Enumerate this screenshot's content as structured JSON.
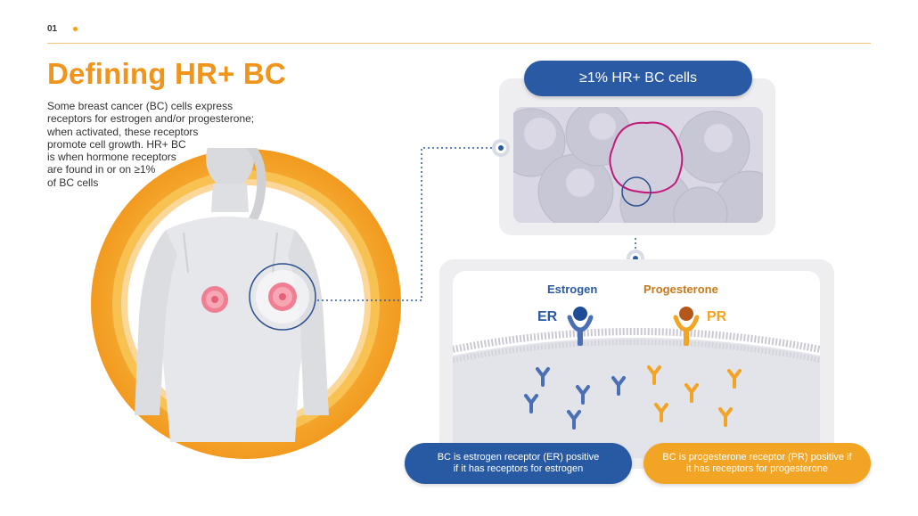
{
  "header": {
    "slide_number": "01"
  },
  "title": "Defining HR+ BC",
  "description": [
    "Some breast cancer (BC) cells express",
    "receptors for estrogen and/or progesterone;",
    "when activated, these receptors",
    "promote cell growth. HR+ BC",
    "is when hormone receptors",
    "are found in or on ≥1%",
    "of BC cells"
  ],
  "cells_panel": {
    "label": "≥1% HR+ BC cells"
  },
  "receptors": {
    "estrogen": {
      "hormone": "Estrogen",
      "receptor": "ER",
      "pill": [
        "BC is estrogen receptor (ER) positive",
        "if it has receptors for estrogen"
      ]
    },
    "progesterone": {
      "hormone": "Progesterone",
      "receptor": "PR",
      "pill": [
        "BC is progesterone receptor (PR) positive if",
        "it has receptors for progesterone"
      ]
    }
  },
  "colors": {
    "orange": "#f0941c",
    "blue": "#2a5aa3",
    "yellow": "#f2a425",
    "pink": "#c2187a"
  }
}
